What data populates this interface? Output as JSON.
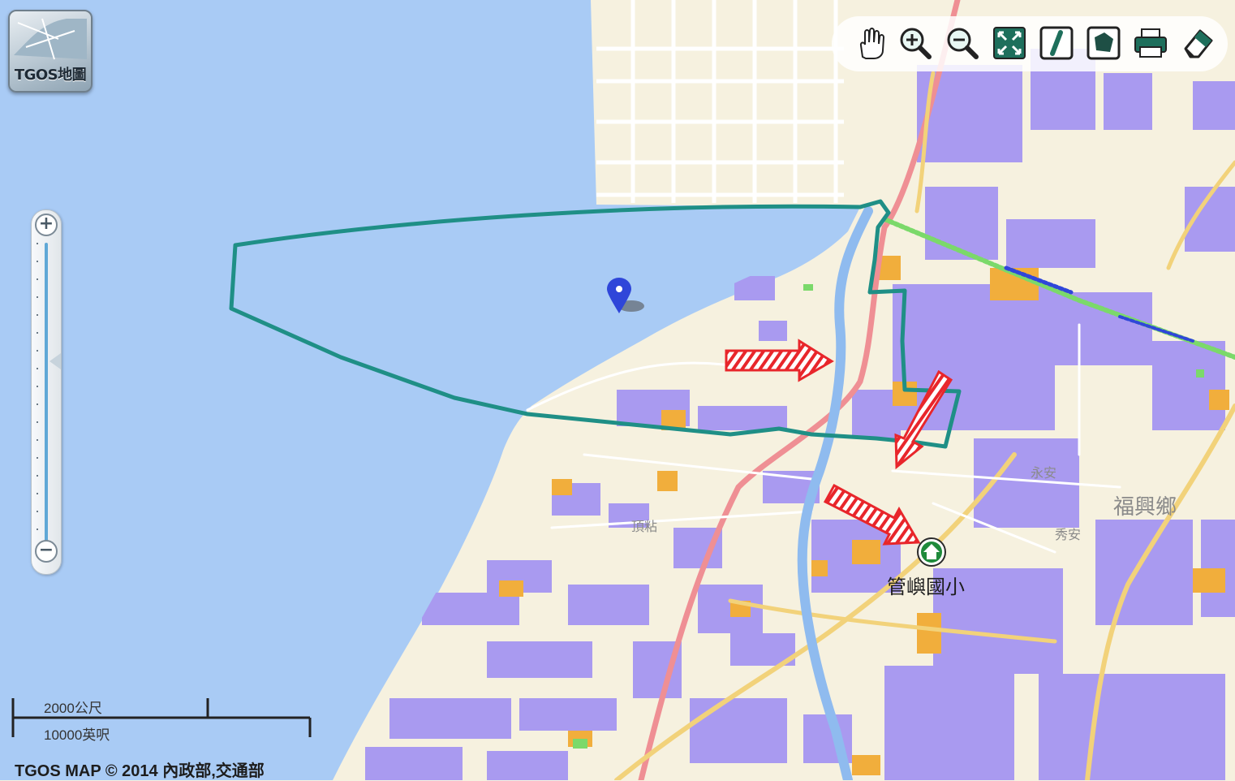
{
  "logo": {
    "label": "TGOS地圖"
  },
  "toolbar": {
    "tools": [
      {
        "name": "pan",
        "icon": "hand-icon"
      },
      {
        "name": "zoom-in",
        "icon": "zoom-in-magnifier-icon"
      },
      {
        "name": "zoom-out",
        "icon": "zoom-out-magnifier-icon"
      },
      {
        "name": "full-extent",
        "icon": "full-extent-icon"
      },
      {
        "name": "measure-distance",
        "icon": "ruler-line-icon"
      },
      {
        "name": "measure-area",
        "icon": "polygon-area-icon"
      },
      {
        "name": "print",
        "icon": "printer-icon"
      },
      {
        "name": "clear",
        "icon": "eraser-icon"
      }
    ]
  },
  "zoom": {
    "plus": "+",
    "minus": "−"
  },
  "scale": {
    "metric": "2000公尺",
    "imperial": "10000英呎"
  },
  "attribution": "TGOS MAP © 2014 內政部,交通部",
  "map": {
    "school_label": "管嶼國小",
    "place_labels": [
      "福興鄉",
      "頂粘",
      "永安",
      "秀安"
    ],
    "colors": {
      "sea": "#a9cbf5",
      "land": "#f6f1df",
      "river": "#8fbbef",
      "boundary": "#1f8f86",
      "highway": "#ef8f94",
      "major_road": "#f2d27a",
      "purple_zone": "#a99af0",
      "orange_zone": "#f1ae3c",
      "arrow": "#e8262b",
      "marker": "#2f46d9",
      "school_icon": "#1e8a3b"
    }
  }
}
